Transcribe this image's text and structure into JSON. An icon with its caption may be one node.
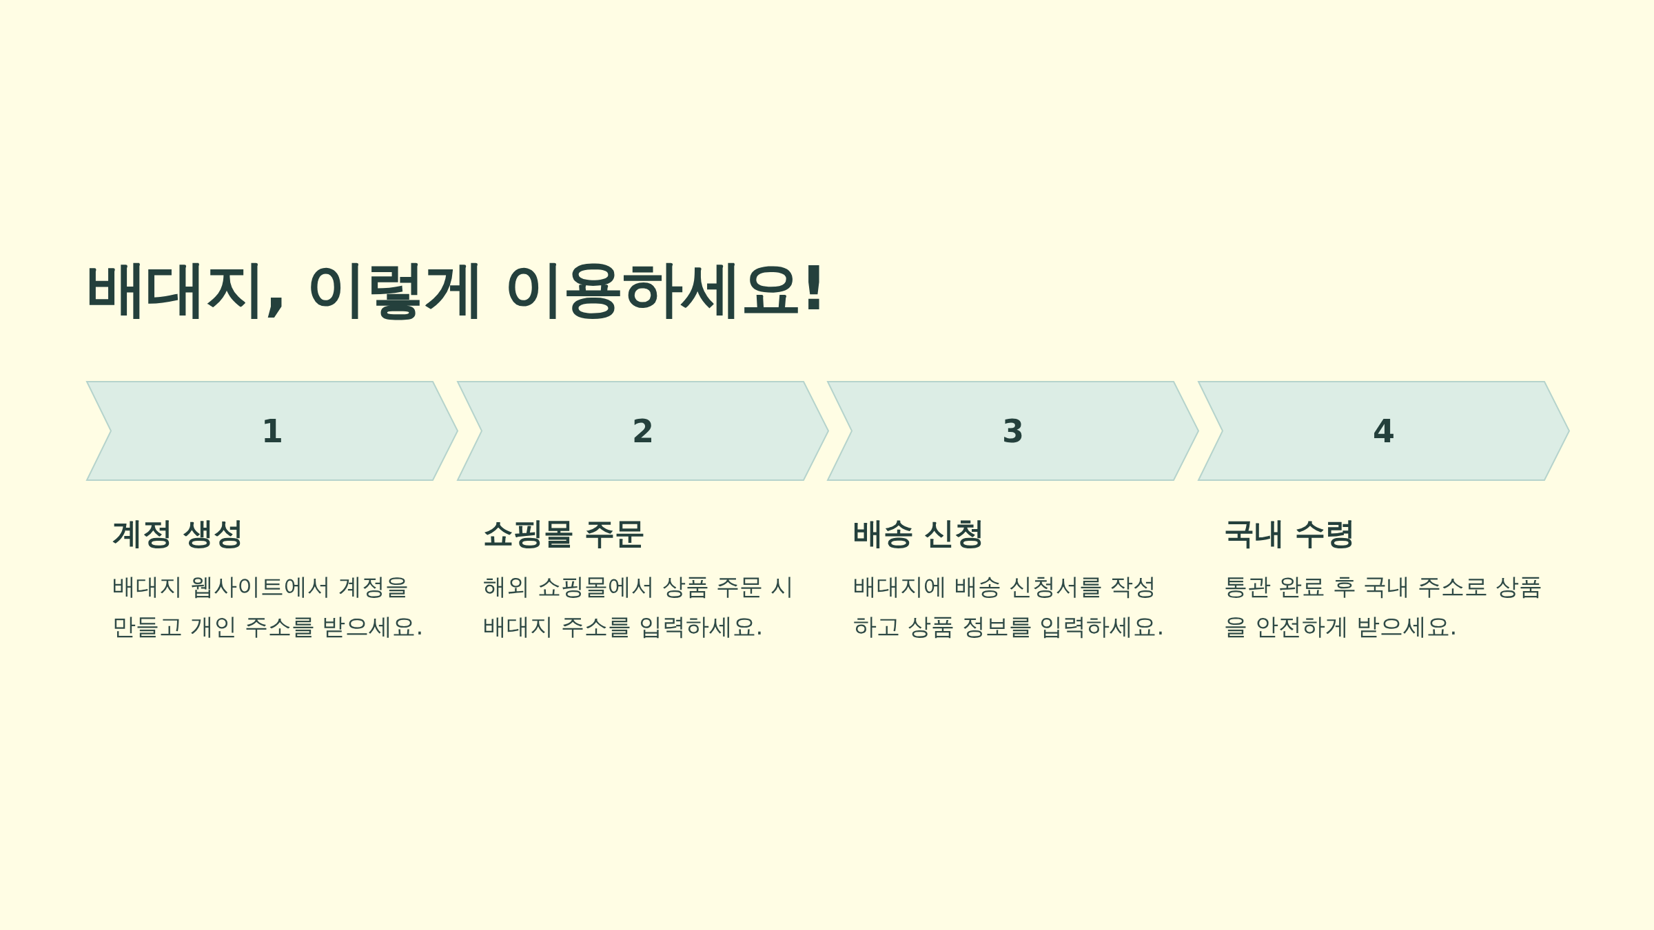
{
  "diagram": {
    "title": "배대지, 이렇게 이용하세요!",
    "nodes": [
      {
        "text": [
          "1"
        ],
        "beside": [
          "계정 생성",
          "배대지 웹사이트에서 계정을 만들고 개인 주소를 받으세요."
        ]
      },
      {
        "text": [
          "2"
        ],
        "beside": [
          "쇼핑몰 주문",
          "해외 쇼핑몰에서 상품 주문 시 배대지 주소를 입력하세요."
        ]
      },
      {
        "text": [
          "3"
        ],
        "beside": [
          "배송 신청",
          "배대지에 배송 신청서를 작성하고 상품 정보를 입력하세요."
        ]
      },
      {
        "text": [
          "4"
        ],
        "beside": [
          "국내 수령",
          "통관 완료 후 국내 주소로 상품을 안전하게 받으세요."
        ]
      }
    ],
    "edges": []
  }
}
